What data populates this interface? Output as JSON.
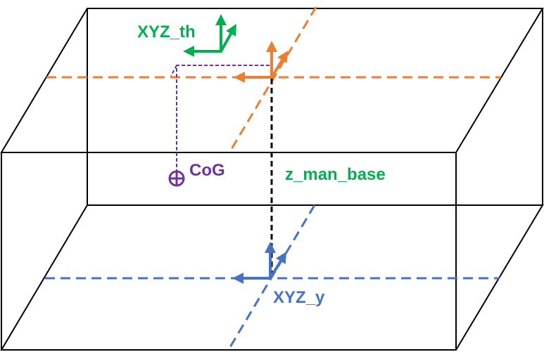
{
  "colors": {
    "frame": "#000000",
    "top_axes": "#00b050",
    "cog": "#7030a0",
    "orange_axes": "#ed7d31",
    "bottom_axes": "#4472c4",
    "vertical_link": "#000000"
  },
  "labels": {
    "xyz_th": "XYZ_th",
    "cog": "CoG",
    "z_man_base": "z_man_base",
    "xyz_y": "XYZ_y"
  },
  "icons": {
    "cog_marker": "circle-plus-icon"
  }
}
